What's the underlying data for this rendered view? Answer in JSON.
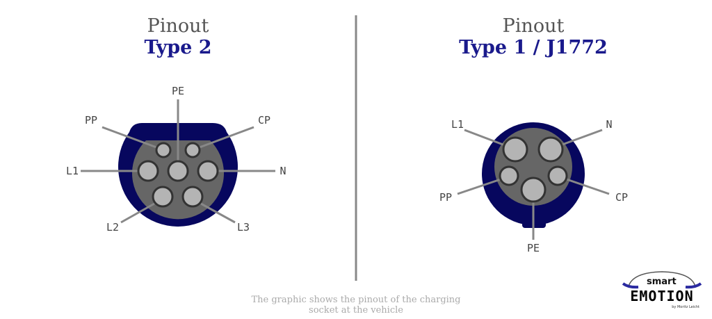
{
  "left": {
    "heading": "Pinout",
    "subheading": "Type 2",
    "pins": [
      "PE",
      "PP",
      "CP",
      "L1",
      "N",
      "L2",
      "L3"
    ]
  },
  "right": {
    "heading": "Pinout",
    "subheading": "Type 1 / J1772",
    "pins": [
      "L1",
      "N",
      "PP",
      "CP",
      "PE"
    ]
  },
  "caption": {
    "line1": "The graphic shows the pinout of the charging",
    "line2": "socket at the vehicle"
  },
  "logo": {
    "top": "smart",
    "main": "EMOTION",
    "byline": "by Moritz Leicht"
  },
  "colors": {
    "shell": "#07075e",
    "face": "#666666",
    "pin": "#b4b4b4",
    "line": "#888888",
    "accent": "#1a1a8c"
  }
}
